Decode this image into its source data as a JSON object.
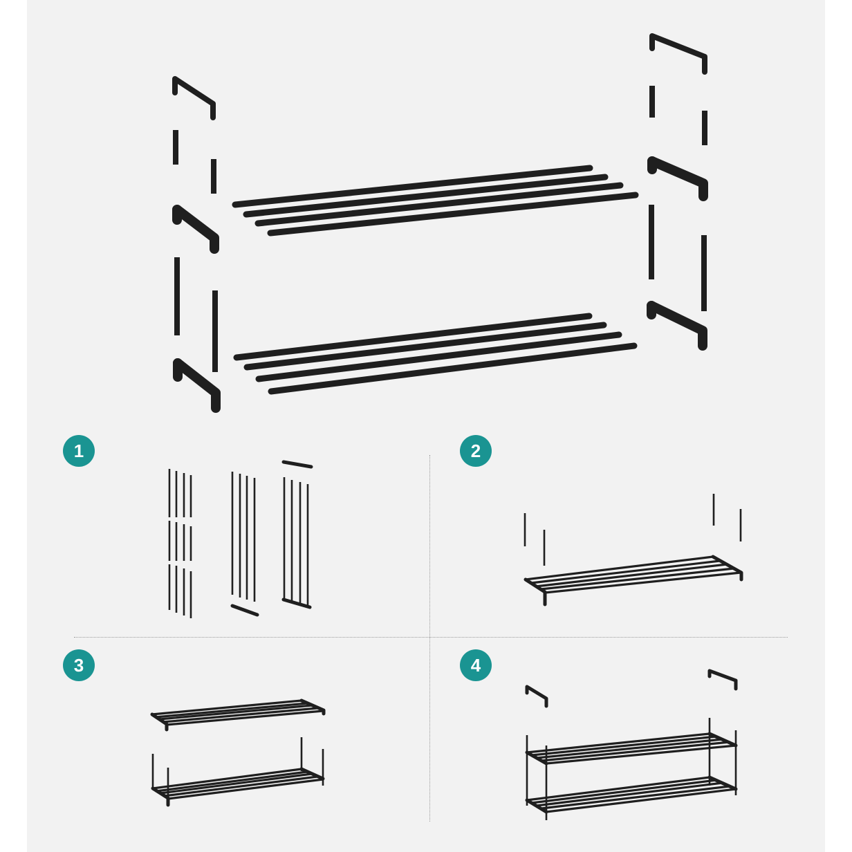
{
  "steps": [
    {
      "label": "1"
    },
    {
      "label": "2"
    },
    {
      "label": "3"
    },
    {
      "label": "4"
    }
  ],
  "colors": {
    "badge": "#1a9492",
    "parts": "#1f1f1f",
    "background": "#f2f2f2"
  },
  "icons": {
    "main": "exploded-shoe-rack-parts",
    "step1": "tube-parts-layout",
    "step2": "insert-posts-into-shelf",
    "step3": "stack-upper-shelf",
    "step4": "attach-top-handles"
  }
}
